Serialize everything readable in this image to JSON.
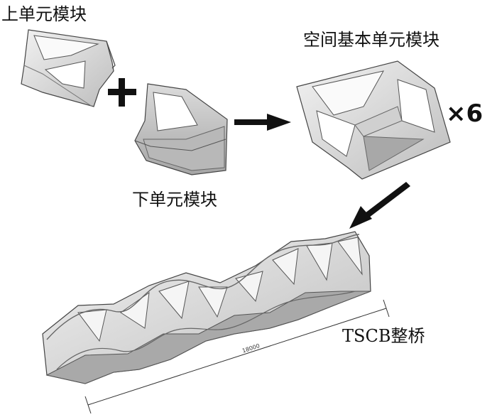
{
  "labels": {
    "upper_module": "上单元模块",
    "lower_module": "下单元模块",
    "space_module": "空间基本单元模块",
    "multiplier": "×6",
    "bridge": "TSCB整桥",
    "dimension": "18000"
  },
  "symbols": {
    "plus": "plus-icon",
    "arrow_right": "arrow-right-icon",
    "arrow_down_left": "arrow-down-left-icon"
  },
  "colors": {
    "surface_light": "#e4e4e4",
    "surface_mid": "#c8c8c8",
    "surface_dark": "#9a9a9a",
    "outline": "#444444",
    "arrow": "#111111"
  }
}
